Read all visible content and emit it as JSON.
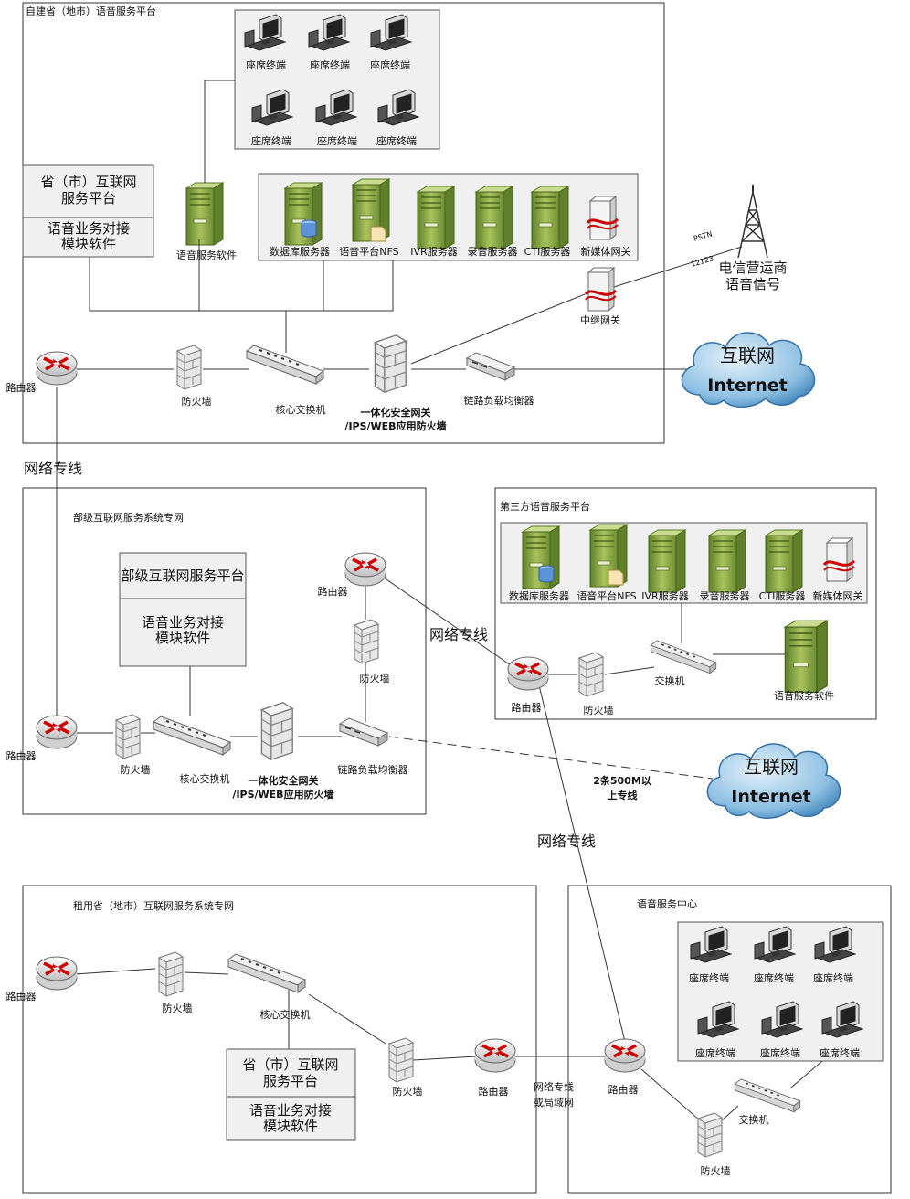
{
  "sections": {
    "provincial_self_built": {
      "title": "自建省（地市）语音服务平台",
      "seats": [
        "座席终端",
        "座席终端",
        "座席终端",
        "座席终端",
        "座席终端",
        "座席终端"
      ],
      "platform_box": {
        "title": "省（市）互联网\n服务平台",
        "module": "语音业务对接\n模块软件"
      },
      "voice_software": "语音服务软件",
      "servers": [
        "数据库服务器",
        "语音平台NFS",
        "IVR服务器",
        "录音服务器",
        "CTI服务器",
        "新媒体网关"
      ],
      "trunk_gateway": "中继网关",
      "telecom": "电信营运商\n语音信号",
      "pstn": "PSTN",
      "number_12123": "12123",
      "internet_cn": "互联网",
      "internet_en": "Internet",
      "router": "路由器",
      "firewall": "防火墙",
      "core_switch": "核心交换机",
      "security_gateway": "一体化安全网关\n/IPS/WEB应用防火墙",
      "load_balancer": "链路负载均衡器"
    },
    "dedicated_line_1": "网络专线",
    "ministry": {
      "title": "部级互联网服务系统专网",
      "platform_title": "部级互联网服务平台",
      "platform_module": "语音业务对接\n模块软件",
      "router_top": "路由器",
      "firewall_top": "防火墙",
      "router": "路由器",
      "firewall": "防火墙",
      "core_switch": "核心交换机",
      "security_gateway": "一体化安全网关\n/IPS/WEB应用防火墙",
      "load_balancer": "链路负载均衡器"
    },
    "dedicated_line_2": "网络专线",
    "third_party": {
      "title": "第三方语音服务平台",
      "servers": [
        "数据库服务器",
        "语音平台NFS",
        "IVR服务器",
        "录音服务器",
        "CTI服务器",
        "新媒体网关"
      ],
      "router": "路由器",
      "firewall": "防火墙",
      "switch": "交换机",
      "voice_software": "语音服务软件"
    },
    "internet2": {
      "cn": "互联网",
      "en": "Internet",
      "line_note": "2条500M以\n上专线"
    },
    "dedicated_line_3": "网络专线",
    "leased": {
      "title": "租用省（地市）互联网服务系统专网",
      "router": "路由器",
      "firewall": "防火墙",
      "core_switch": "核心交换机",
      "platform_title": "省（市）互联网\n服务平台",
      "platform_module": "语音业务对接\n模块软件",
      "firewall2": "防火墙",
      "router2": "路由器",
      "link_note": "网络专线\n或局域网"
    },
    "voice_center": {
      "title": "语音服务中心",
      "seats": [
        "座席终端",
        "座席终端",
        "座席终端",
        "座席终端",
        "座席终端",
        "座席终端"
      ],
      "router": "路由器",
      "switch": "交换机",
      "firewall": "防火墙"
    }
  }
}
